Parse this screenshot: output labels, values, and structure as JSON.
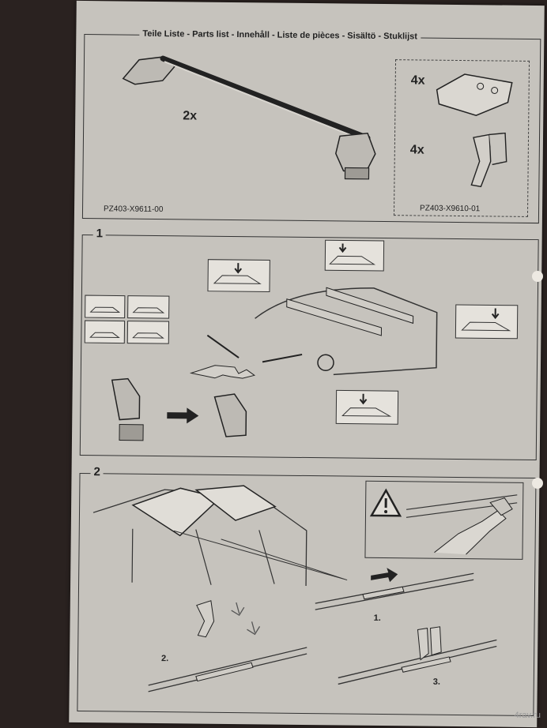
{
  "parts_list": {
    "title": "Teile Liste - Parts list - Innehåll - Liste de pièces - Sisältö - Stuklijst",
    "bar_qty": "2x",
    "bar_code": "PZ403-X9611-00",
    "pad_qty": "4x",
    "bracket_qty": "4x",
    "kit_code": "PZ403-X9610-01"
  },
  "step1": {
    "number": "1"
  },
  "step2": {
    "number": "2",
    "sub1": "1.",
    "sub2": "2.",
    "sub3": "3."
  },
  "watermark": "4rav.ru",
  "icons": [
    "warning-icon",
    "arrow-icon",
    "car-icon"
  ]
}
